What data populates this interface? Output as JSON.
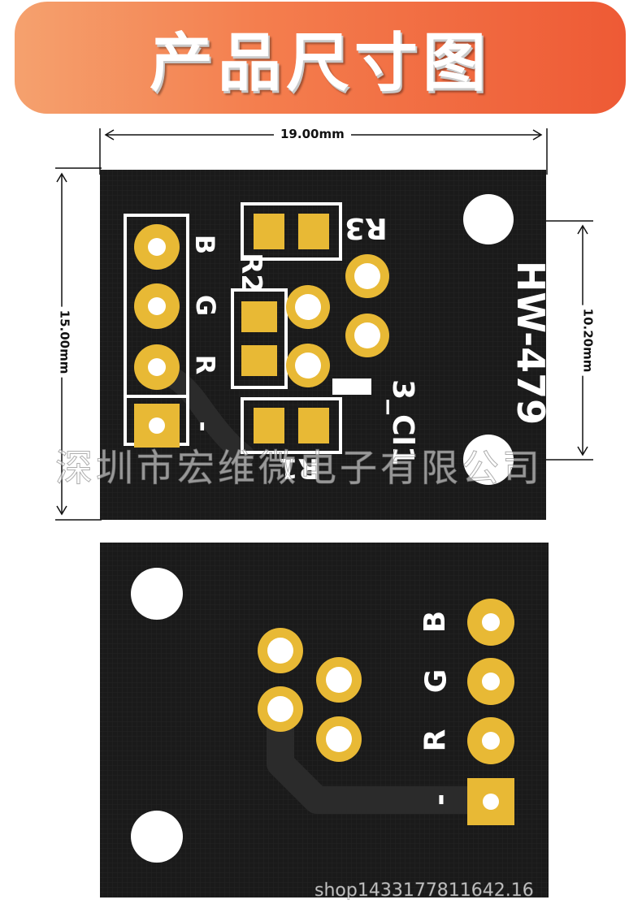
{
  "banner": {
    "title": "产品尺寸图"
  },
  "dimensions": {
    "width": "19.00mm",
    "height": "15.00mm",
    "hole_spacing": "10.20mm"
  },
  "front": {
    "model": "HW-479",
    "pin_labels": [
      "B",
      "G",
      "R",
      "-"
    ],
    "resistors": [
      "R3",
      "R2",
      "R1"
    ],
    "header": "3_Cl1"
  },
  "back": {
    "pin_labels": [
      "B",
      "G",
      "R",
      "-"
    ]
  },
  "watermark": "深圳市宏维微电子有限公司",
  "shop_id": "shop1433177811642.16",
  "colors": {
    "board": "#1b1b1b",
    "pad": "#e8b935",
    "silk": "#ffffff",
    "banner": "#f26a42"
  }
}
